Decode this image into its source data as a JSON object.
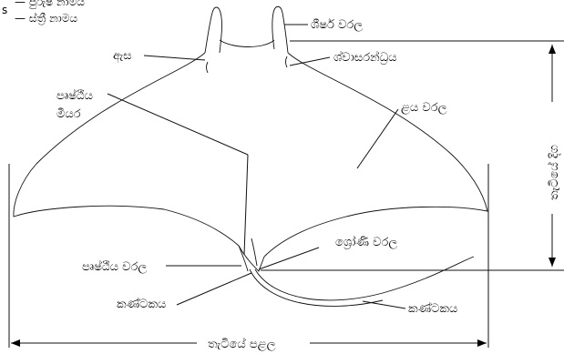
{
  "legend": {
    "prefix": "s",
    "male_line": "— පුරුෂ නාමය",
    "female_line": "— ස්ත්‍රී නාමය"
  },
  "labels": {
    "cephalic_fin": "ශීර්ෂ වරල",
    "eye": "ඇස",
    "spiracle": "ශ්වාසරන්ධ්‍රය",
    "pelvic_fin_upper": "පෘෂ්ඨීය",
    "pelvic_fin_lower": "මීයර",
    "pectoral_fin": "ළය වරල",
    "dorsal_fin_top": "ශ්‍රෝණි වරල",
    "dorsal_fin": "පෘෂ්ඨීය වරල",
    "spine_left": "කණ්ටකය",
    "spine_right": "කණ්ටකය",
    "width_label": "තැටියේ පළල",
    "length_label": "තැටියේ දිග"
  }
}
